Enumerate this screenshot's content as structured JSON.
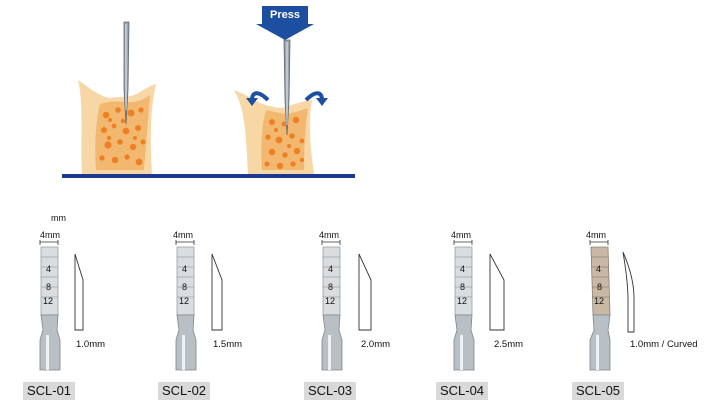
{
  "illustration": {
    "press_label": "Press",
    "colors": {
      "bone_outer": "#f7d7a6",
      "bone_core": "#f3b870",
      "spots": "#ef7f23",
      "baseline": "#1b3a8f",
      "press": "#1d4fa0"
    }
  },
  "unit_label": "mm",
  "tools": [
    {
      "code": "SCL-01",
      "width_label": "4mm",
      "thickness_label": "1.0mm",
      "scale_marks": [
        "4",
        "8",
        "12"
      ]
    },
    {
      "code": "SCL-02",
      "width_label": "4mm",
      "thickness_label": "1.5mm",
      "scale_marks": [
        "4",
        "8",
        "12"
      ]
    },
    {
      "code": "SCL-03",
      "width_label": "4mm",
      "thickness_label": "2.0mm",
      "scale_marks": [
        "4",
        "8",
        "12"
      ]
    },
    {
      "code": "SCL-04",
      "width_label": "4mm",
      "thickness_label": "2.5mm",
      "scale_marks": [
        "4",
        "8",
        "12"
      ]
    },
    {
      "code": "SCL-05",
      "width_label": "4mm",
      "thickness_label": "1.0mm / Curved",
      "scale_marks": [
        "4",
        "8",
        "12"
      ]
    }
  ]
}
